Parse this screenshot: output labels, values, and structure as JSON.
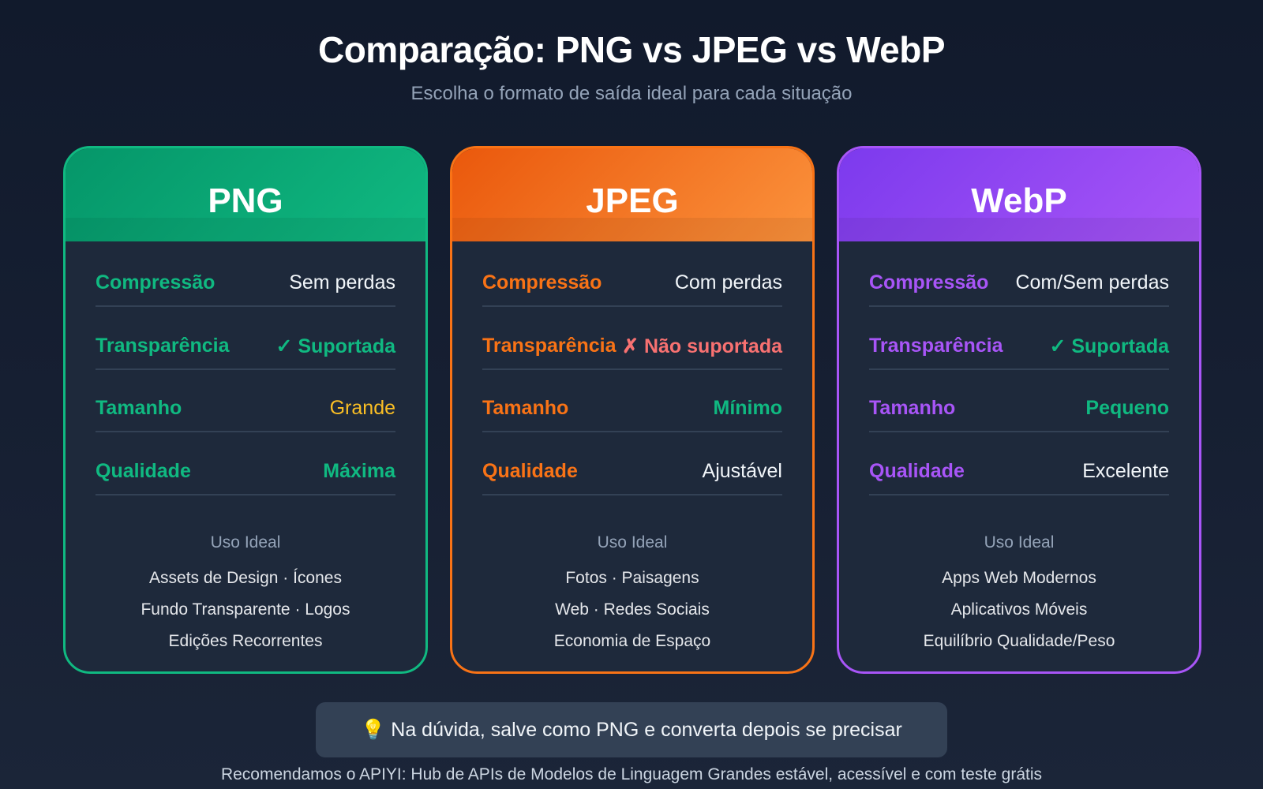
{
  "title": "Comparação: PNG vs JPEG vs WebP",
  "subtitle": "Escolha o formato de saída ideal para cada situação",
  "cards": [
    {
      "name": "PNG",
      "accent": "#10b981",
      "rows": [
        {
          "label": "Compressão",
          "value": "Sem perdas",
          "value_color": "#f1f5f9",
          "bold": false
        },
        {
          "label": "Transparência",
          "value": "✓ Suportada",
          "value_color": "#10b981",
          "bold": true
        },
        {
          "label": "Tamanho",
          "value": "Grande",
          "value_color": "#fbbf24",
          "bold": false
        },
        {
          "label": "Qualidade",
          "value": "Máxima",
          "value_color": "#10b981",
          "bold": true
        }
      ],
      "use_title": "Uso Ideal",
      "use": [
        "Assets de Design · Ícones",
        "Fundo Transparente · Logos",
        "Edições Recorrentes"
      ]
    },
    {
      "name": "JPEG",
      "accent": "#f97316",
      "rows": [
        {
          "label": "Compressão",
          "value": "Com perdas",
          "value_color": "#f1f5f9",
          "bold": false
        },
        {
          "label": "Transparência",
          "value": "✗ Não suportada",
          "value_color": "#f87171",
          "bold": true
        },
        {
          "label": "Tamanho",
          "value": "Mínimo",
          "value_color": "#10b981",
          "bold": true
        },
        {
          "label": "Qualidade",
          "value": "Ajustável",
          "value_color": "#f1f5f9",
          "bold": false
        }
      ],
      "use_title": "Uso Ideal",
      "use": [
        "Fotos · Paisagens",
        "Web · Redes Sociais",
        "Economia de Espaço"
      ]
    },
    {
      "name": "WebP",
      "accent": "#a855f7",
      "rows": [
        {
          "label": "Compressão",
          "value": "Com/Sem perdas",
          "value_color": "#f1f5f9",
          "bold": false
        },
        {
          "label": "Transparência",
          "value": "✓ Suportada",
          "value_color": "#10b981",
          "bold": true
        },
        {
          "label": "Tamanho",
          "value": "Pequeno",
          "value_color": "#10b981",
          "bold": true
        },
        {
          "label": "Qualidade",
          "value": "Excelente",
          "value_color": "#f1f5f9",
          "bold": false
        }
      ],
      "use_title": "Uso Ideal",
      "use": [
        "Apps Web Modernos",
        "Aplicativos Móveis",
        "Equilíbrio Qualidade/Peso"
      ]
    }
  ],
  "tip": {
    "icon": "lightbulb-icon",
    "emoji": "💡",
    "text": "Na dúvida, salve como PNG e converta depois se precisar"
  },
  "footer": "Recomendamos o APIYI: Hub de APIs de Modelos de Linguagem Grandes estável, acessível e com teste grátis"
}
